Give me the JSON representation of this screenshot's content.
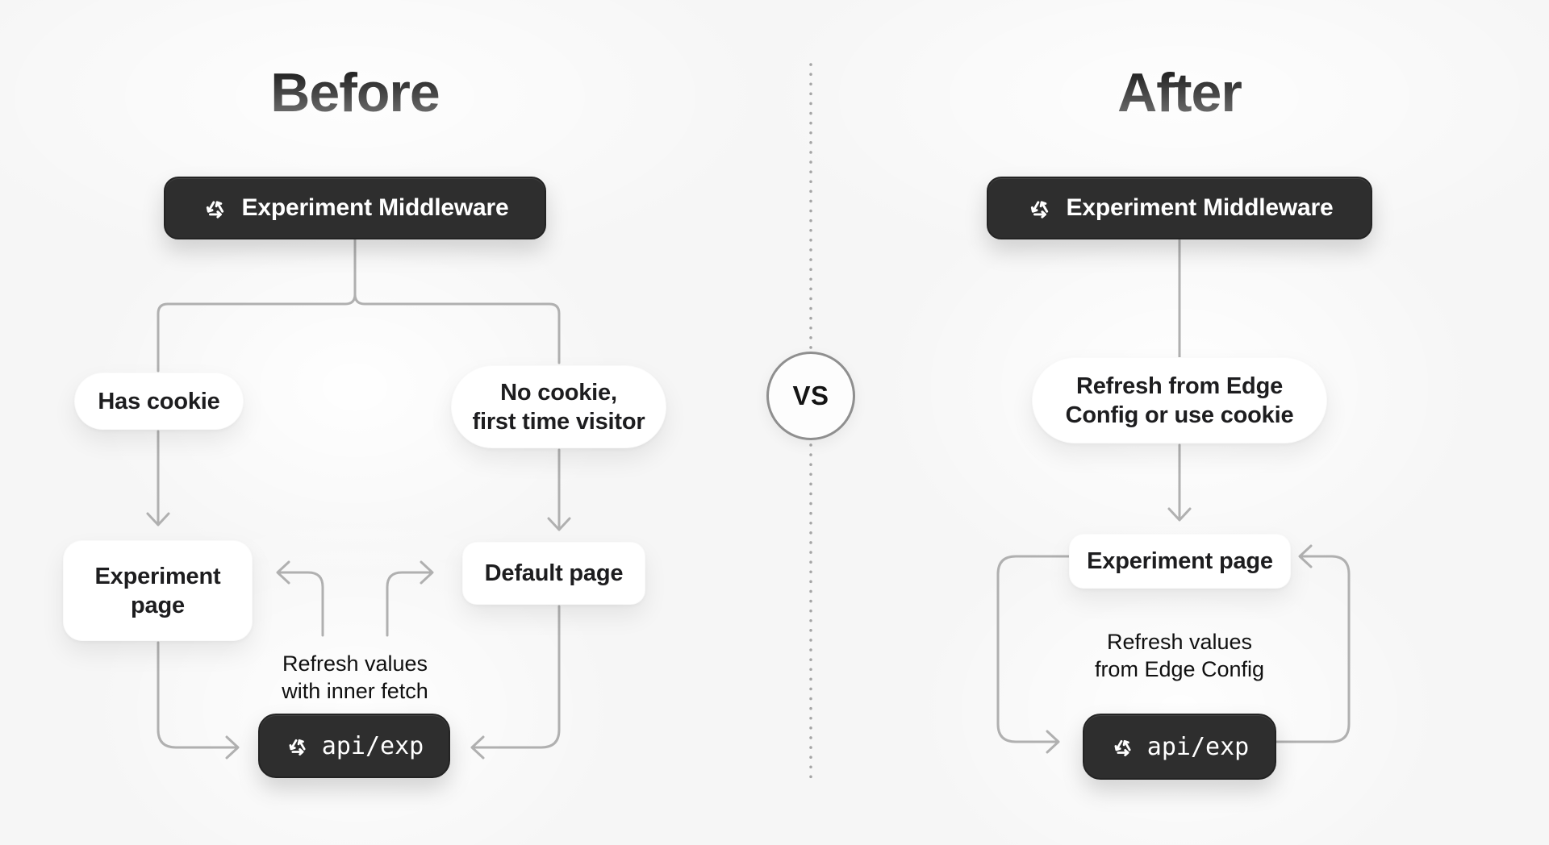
{
  "colors": {
    "page_bg": "#f6f6f6",
    "node_bg": "#ffffff",
    "dark_node_bg": "#2e2e2e",
    "dark_node_text": "#ffffff",
    "connector": "#b0b0b0",
    "label_text": "#1d1d1f",
    "title_gradient_top": "#181818",
    "title_gradient_bottom": "#787878"
  },
  "divider": {
    "vs_label": "VS"
  },
  "icons": {
    "middleware": "experiment-cycle-triangle-icon",
    "api": "experiment-cycle-triangle-icon"
  },
  "before": {
    "title": "Before",
    "middleware": {
      "label": "Experiment Middleware"
    },
    "has_cookie_label": "Has cookie",
    "no_cookie_label": "No cookie,\nfirst time visitor",
    "experiment_page_label": "Experiment\npage",
    "default_page_label": "Default page",
    "refresh_note": "Refresh values\nwith inner fetch",
    "api": {
      "label": "api/exp"
    }
  },
  "after": {
    "title": "After",
    "middleware": {
      "label": "Experiment Middleware"
    },
    "decision_label": "Refresh from Edge\nConfig or use cookie",
    "experiment_page_label": "Experiment page",
    "refresh_note": "Refresh values\nfrom Edge Config",
    "api": {
      "label": "api/exp"
    }
  }
}
